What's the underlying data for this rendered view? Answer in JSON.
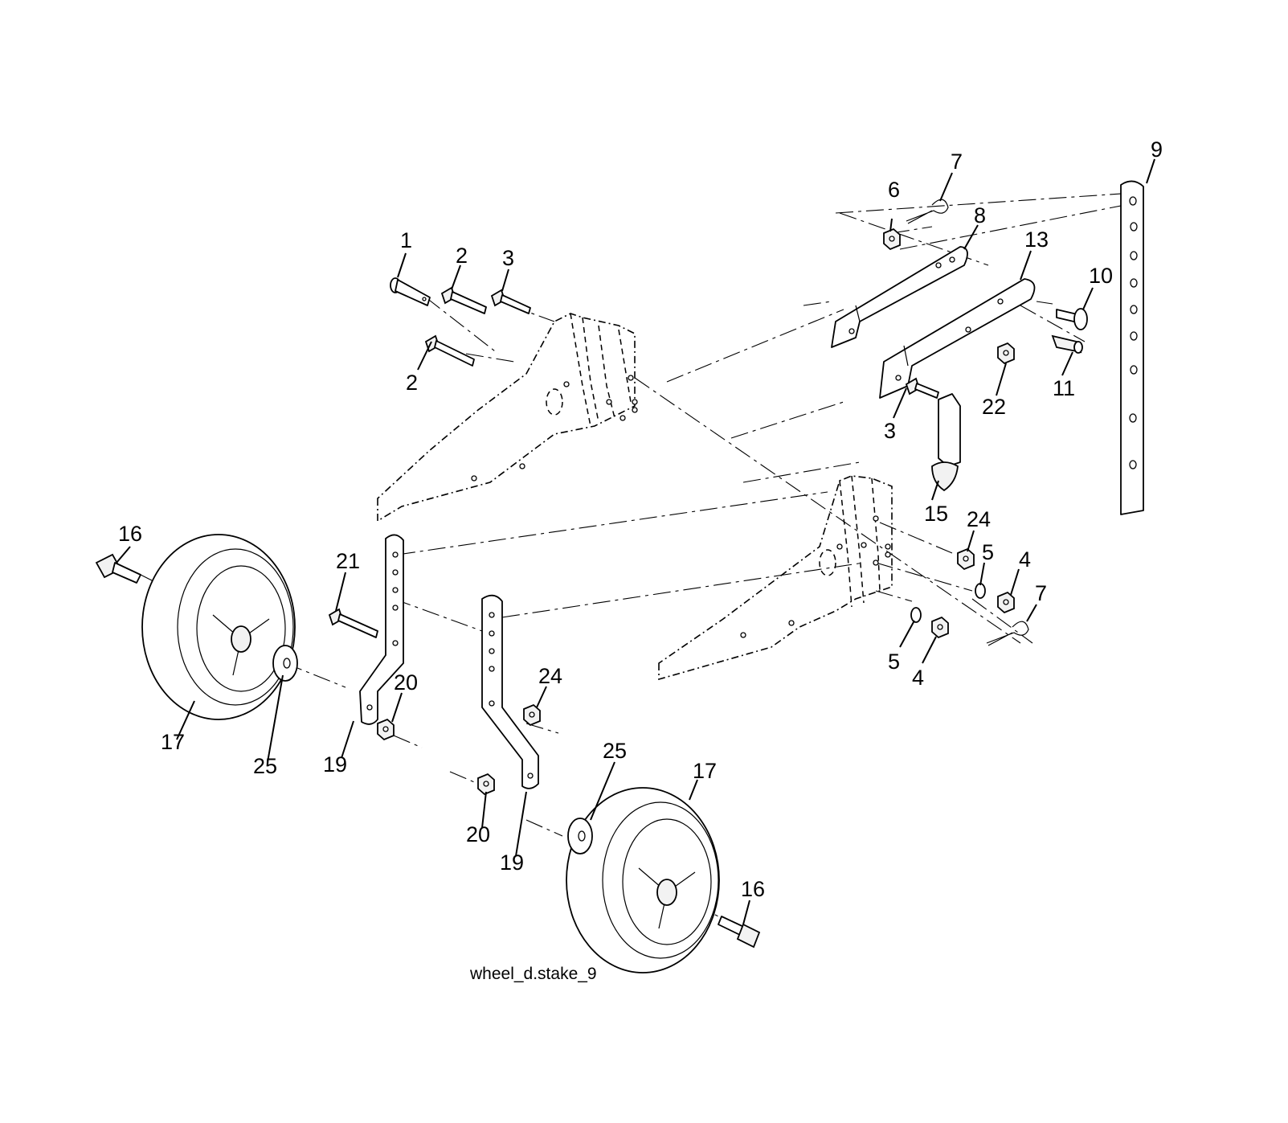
{
  "caption": "wheel_d.stake_9",
  "callouts": [
    {
      "id": "c1",
      "label": "1"
    },
    {
      "id": "c2a",
      "label": "2"
    },
    {
      "id": "c2b",
      "label": "2"
    },
    {
      "id": "c3a",
      "label": "3"
    },
    {
      "id": "c3b",
      "label": "3"
    },
    {
      "id": "c4a",
      "label": "4"
    },
    {
      "id": "c4b",
      "label": "4"
    },
    {
      "id": "c5a",
      "label": "5"
    },
    {
      "id": "c5b",
      "label": "5"
    },
    {
      "id": "c6",
      "label": "6"
    },
    {
      "id": "c7a",
      "label": "7"
    },
    {
      "id": "c7b",
      "label": "7"
    },
    {
      "id": "c8",
      "label": "8"
    },
    {
      "id": "c9",
      "label": "9"
    },
    {
      "id": "c10",
      "label": "10"
    },
    {
      "id": "c11",
      "label": "11"
    },
    {
      "id": "c13",
      "label": "13"
    },
    {
      "id": "c15",
      "label": "15"
    },
    {
      "id": "c16a",
      "label": "16"
    },
    {
      "id": "c16b",
      "label": "16"
    },
    {
      "id": "c17a",
      "label": "17"
    },
    {
      "id": "c17b",
      "label": "17"
    },
    {
      "id": "c19a",
      "label": "19"
    },
    {
      "id": "c19b",
      "label": "19"
    },
    {
      "id": "c20a",
      "label": "20"
    },
    {
      "id": "c20b",
      "label": "20"
    },
    {
      "id": "c21",
      "label": "21"
    },
    {
      "id": "c22",
      "label": "22"
    },
    {
      "id": "c24a",
      "label": "24"
    },
    {
      "id": "c24b",
      "label": "24"
    },
    {
      "id": "c25a",
      "label": "25"
    },
    {
      "id": "c25b",
      "label": "25"
    }
  ]
}
